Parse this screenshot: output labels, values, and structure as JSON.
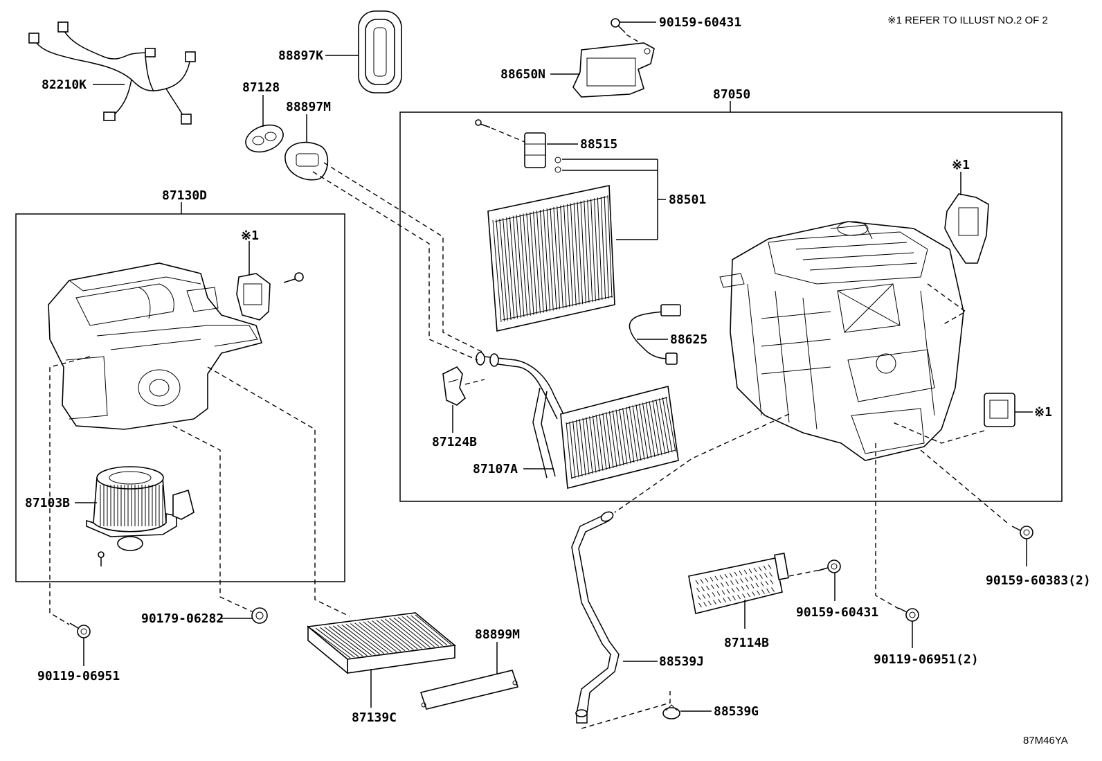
{
  "diagram": {
    "note": "※1 REFER TO ILLUST NO.2 OF 2",
    "figure_id": "87M46YA",
    "groups": [
      {
        "id": "87130D",
        "label": "87130D"
      },
      {
        "id": "87050",
        "label": "87050"
      }
    ],
    "parts": {
      "p82210K": "82210K",
      "p88897K": "88897K",
      "p87128": "87128",
      "p88897M": "88897M",
      "p90159_60431_top": "90159-60431",
      "p88650N": "88650N",
      "p88515": "88515",
      "p88501": "88501",
      "p88625": "88625",
      "p87124B": "87124B",
      "p87107A": "87107A",
      "p87103B": "87103B",
      "p90119_06951": "90119-06951",
      "p90179_06282": "90179-06282",
      "p87139C": "87139C",
      "p88899M": "88899M",
      "p88539J": "88539J",
      "p88539G": "88539G",
      "p87114B": "87114B",
      "p90159_60431_mid": "90159-60431",
      "p90119_06951_2": "90119-06951(2)",
      "p90159_60383_2": "90159-60383(2)"
    },
    "refs": {
      "ref_blower": "※1",
      "ref_case_top": "※1",
      "ref_case_side": "※1"
    }
  }
}
